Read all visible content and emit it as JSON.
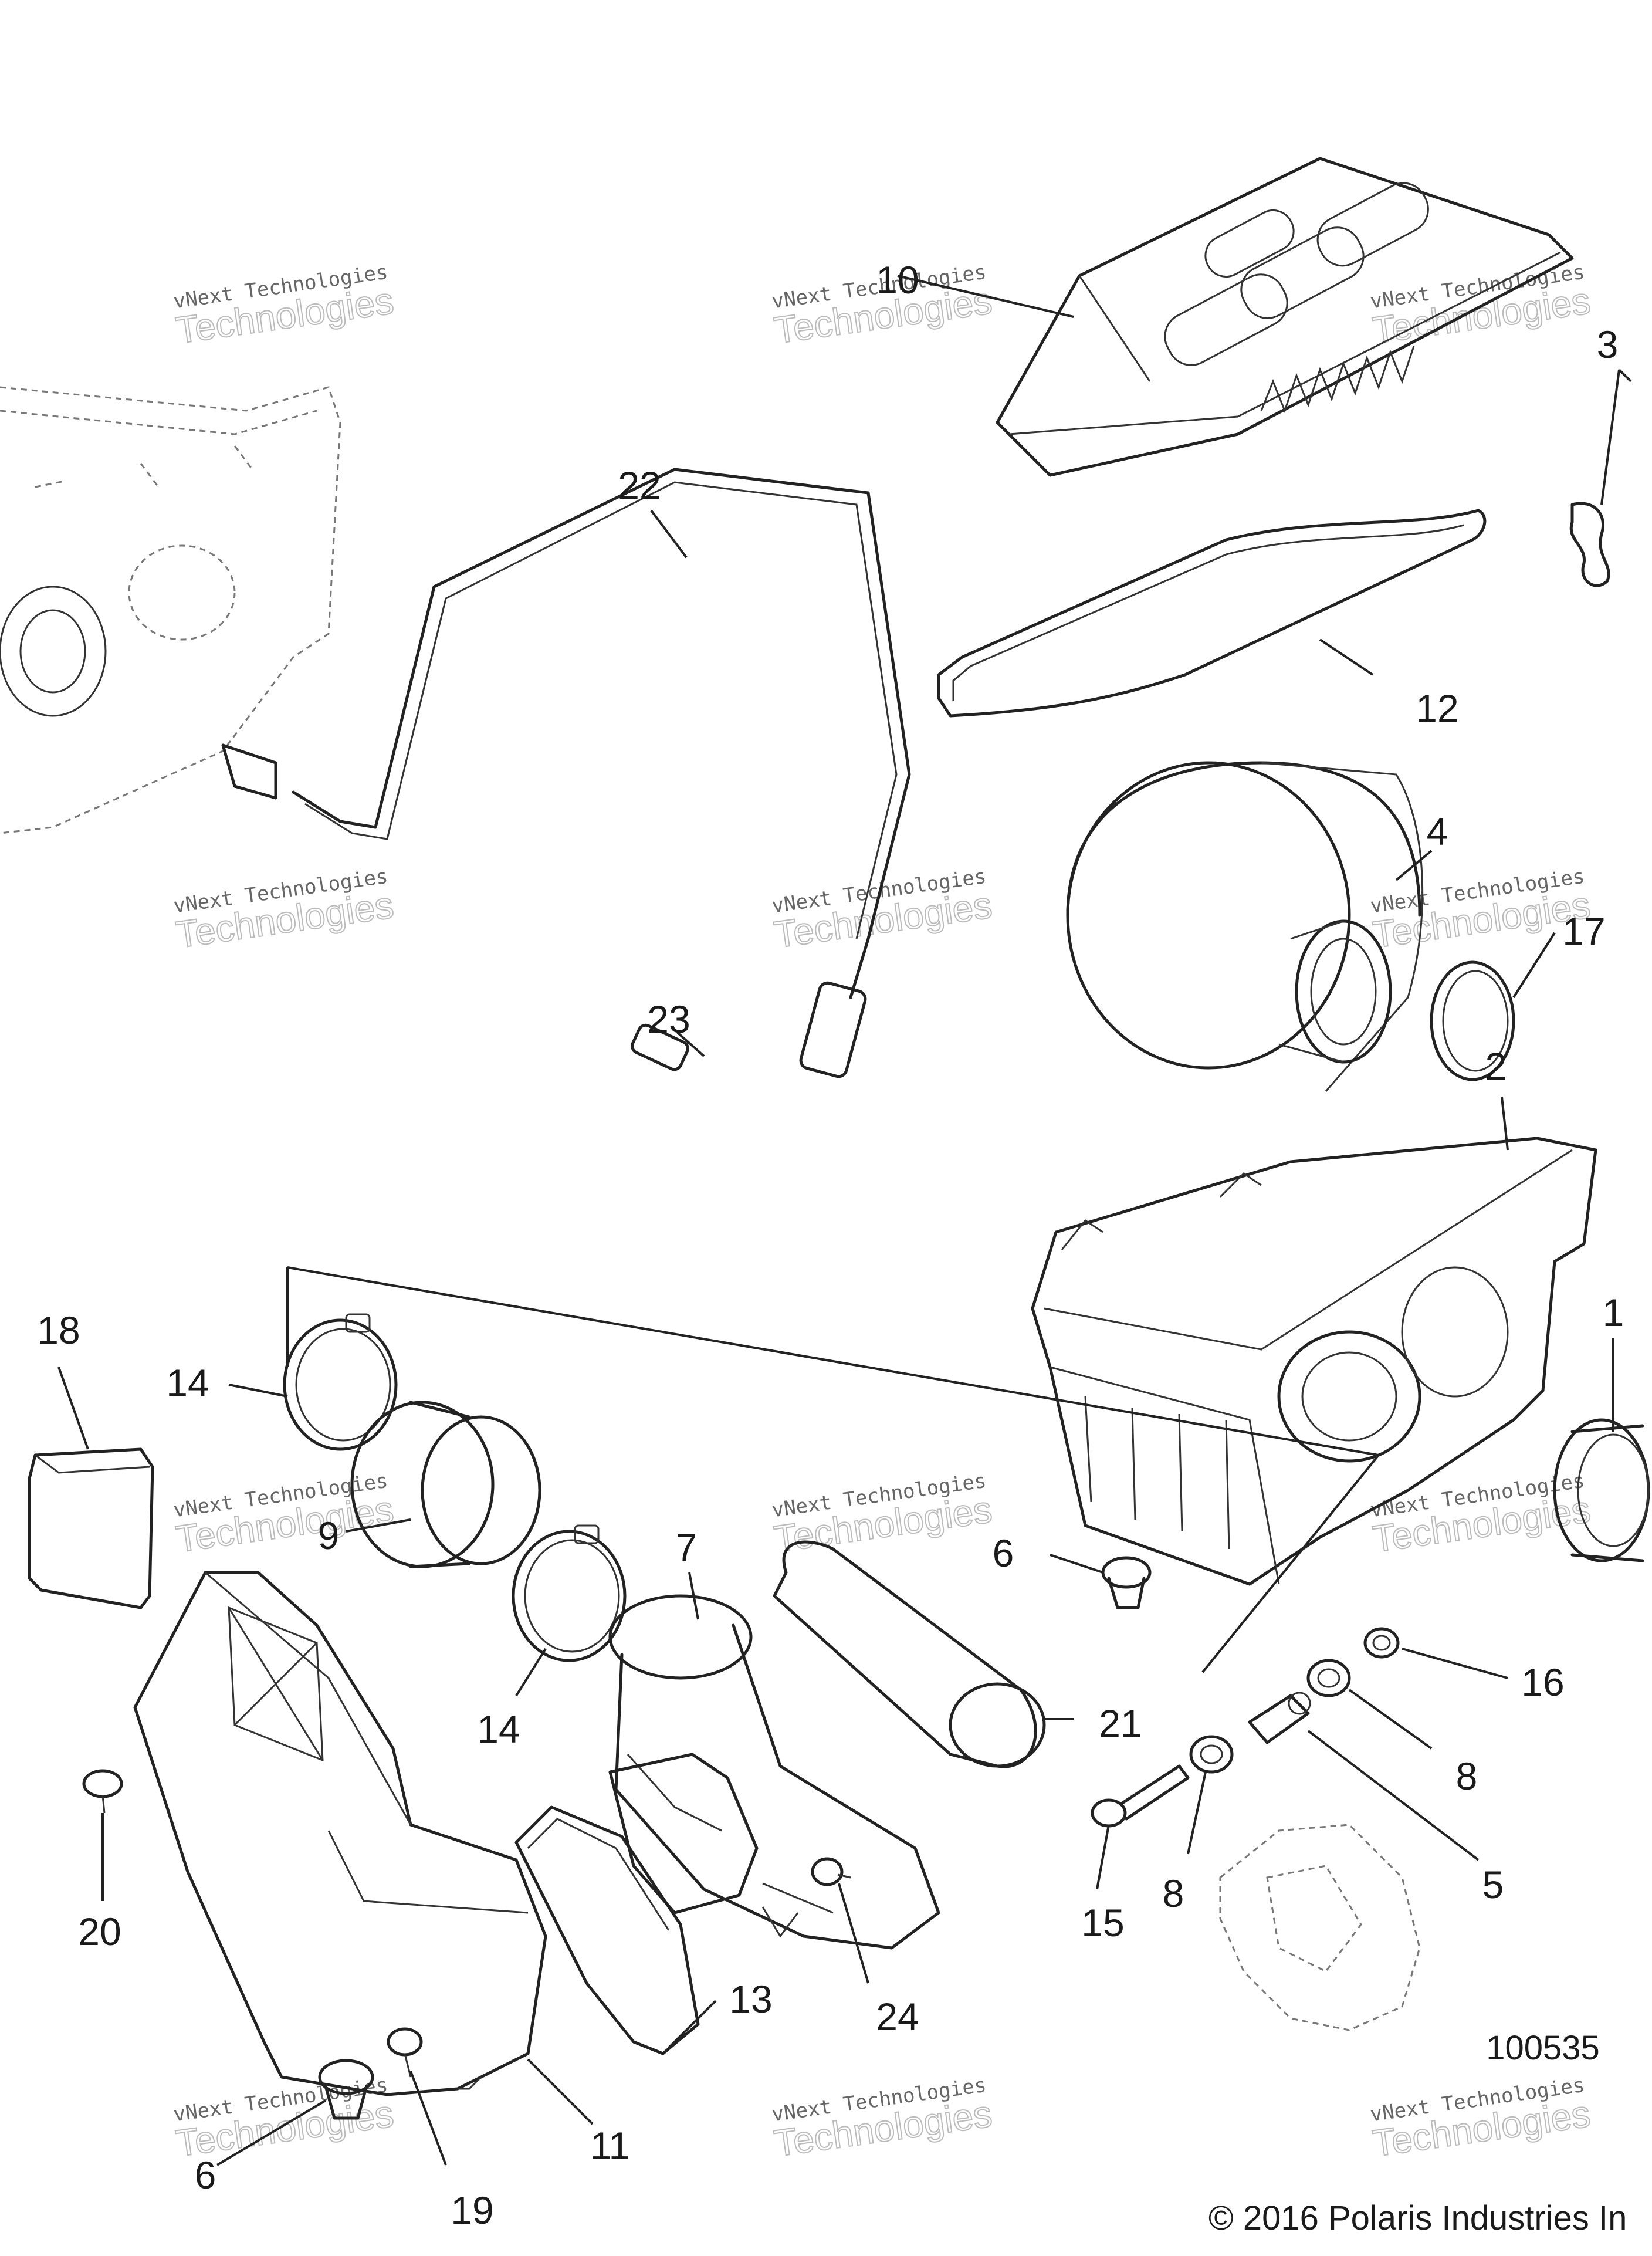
{
  "diagram": {
    "drawing_number": "100535",
    "copyright": "© 2016 Polaris Industries In",
    "watermark": {
      "line1": "vNext Technologies",
      "line2": "Technologies"
    },
    "callouts": [
      {
        "id": "c1",
        "label": "1"
      },
      {
        "id": "c2",
        "label": "2"
      },
      {
        "id": "c3",
        "label": "3"
      },
      {
        "id": "c4",
        "label": "4"
      },
      {
        "id": "c5",
        "label": "5"
      },
      {
        "id": "c6a",
        "label": "6"
      },
      {
        "id": "c6b",
        "label": "6"
      },
      {
        "id": "c7",
        "label": "7"
      },
      {
        "id": "c8a",
        "label": "8"
      },
      {
        "id": "c8b",
        "label": "8"
      },
      {
        "id": "c9",
        "label": "9"
      },
      {
        "id": "c10",
        "label": "10"
      },
      {
        "id": "c11",
        "label": "11"
      },
      {
        "id": "c12",
        "label": "12"
      },
      {
        "id": "c13",
        "label": "13"
      },
      {
        "id": "c14a",
        "label": "14"
      },
      {
        "id": "c14b",
        "label": "14"
      },
      {
        "id": "c15",
        "label": "15"
      },
      {
        "id": "c16",
        "label": "16"
      },
      {
        "id": "c17",
        "label": "17"
      },
      {
        "id": "c18",
        "label": "18"
      },
      {
        "id": "c19",
        "label": "19"
      },
      {
        "id": "c20",
        "label": "20"
      },
      {
        "id": "c21",
        "label": "21"
      },
      {
        "id": "c22",
        "label": "22"
      },
      {
        "id": "c23",
        "label": "23"
      },
      {
        "id": "c24",
        "label": "24"
      }
    ]
  }
}
